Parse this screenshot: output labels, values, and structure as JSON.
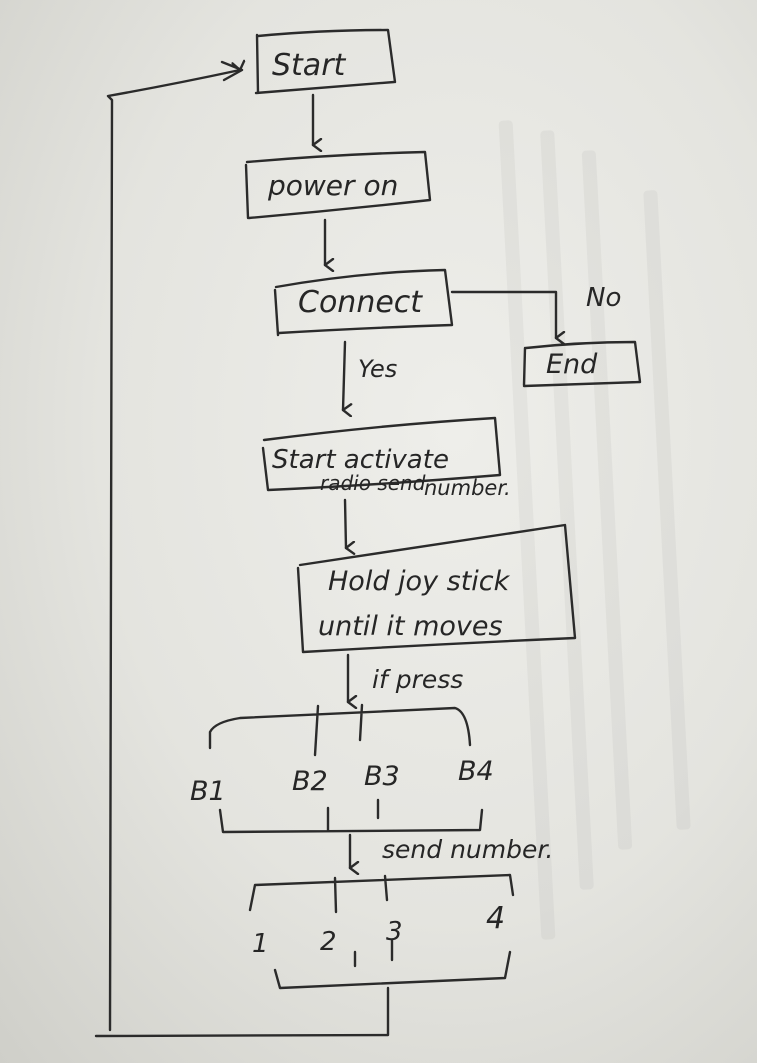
{
  "nodes": {
    "start": "Start",
    "power_on": "power on",
    "connect": "Connect",
    "end": "End",
    "activate_line1": "Start activate",
    "activate_line2": "radio send",
    "activate_line3": "number.",
    "hold_line1": "Hold joy stick",
    "hold_line2": "until it moves"
  },
  "edge_labels": {
    "yes": "Yes",
    "no": "No",
    "if_press": "if press",
    "send_number": "send number."
  },
  "buttons": [
    "B1",
    "B2",
    "B3",
    "B4"
  ],
  "numbers": [
    "1",
    "2",
    "3",
    "4"
  ]
}
